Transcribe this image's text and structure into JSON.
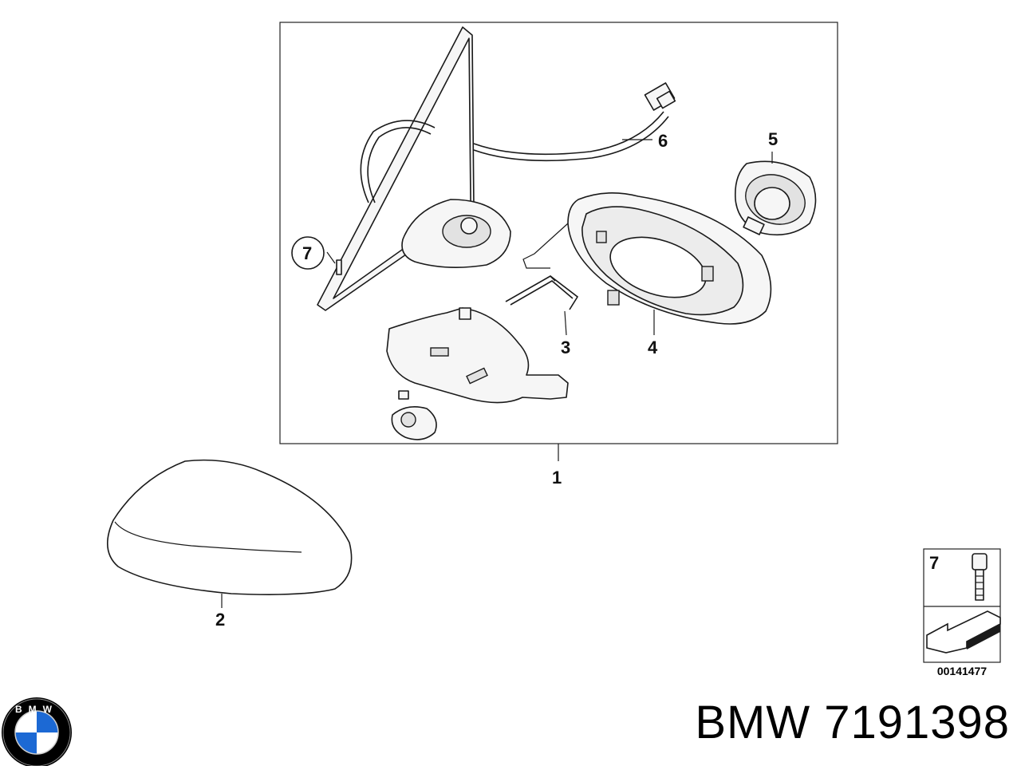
{
  "diagram": {
    "callouts": [
      "1",
      "2",
      "3",
      "4",
      "5",
      "6",
      "7"
    ],
    "legend_item": "7",
    "diagram_number": "00141477"
  },
  "logo": {
    "letters": "BMW"
  },
  "caption": {
    "text": "BMW 7191398"
  },
  "colors": {
    "line": "#1a1a1a",
    "logo_blue": "#1c69d4",
    "logo_ring": "#000000"
  }
}
